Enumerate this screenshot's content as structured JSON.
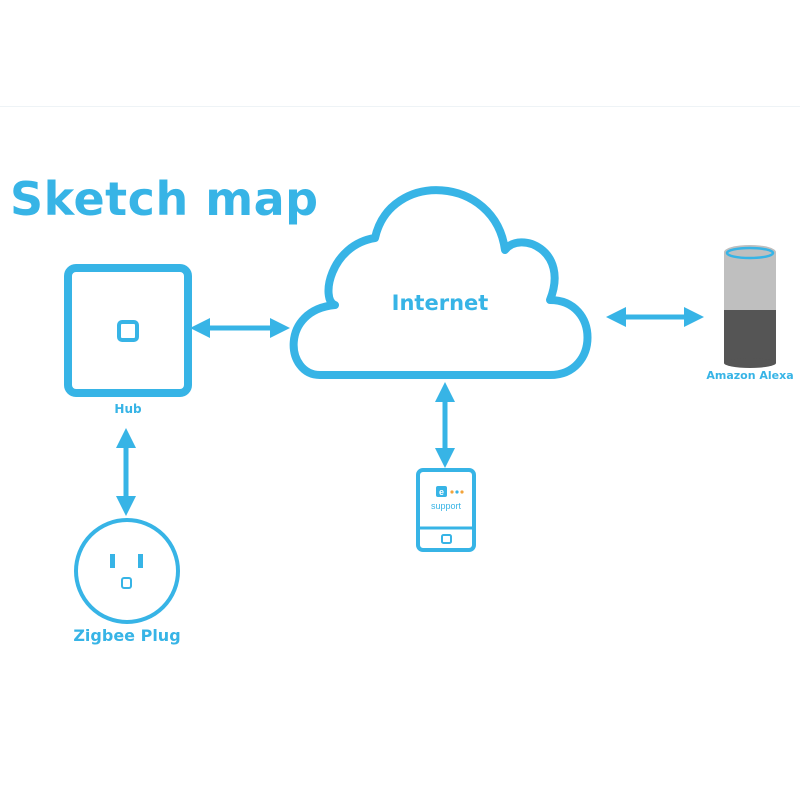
{
  "title": "Sketch map",
  "nodes": {
    "hub": {
      "label": "Hub"
    },
    "internet": {
      "label": "Internet"
    },
    "alexa": {
      "label": "Amazon Alexa"
    },
    "plug": {
      "label": "Zigbee Plug"
    },
    "phone": {
      "app_text_top": "e",
      "app_text_bottom": "support"
    }
  },
  "colors": {
    "accent": "#37b4e6",
    "alexa_top": "#bfbfbf",
    "alexa_bottom": "#555555",
    "alexa_ring": "#37b4e6"
  }
}
